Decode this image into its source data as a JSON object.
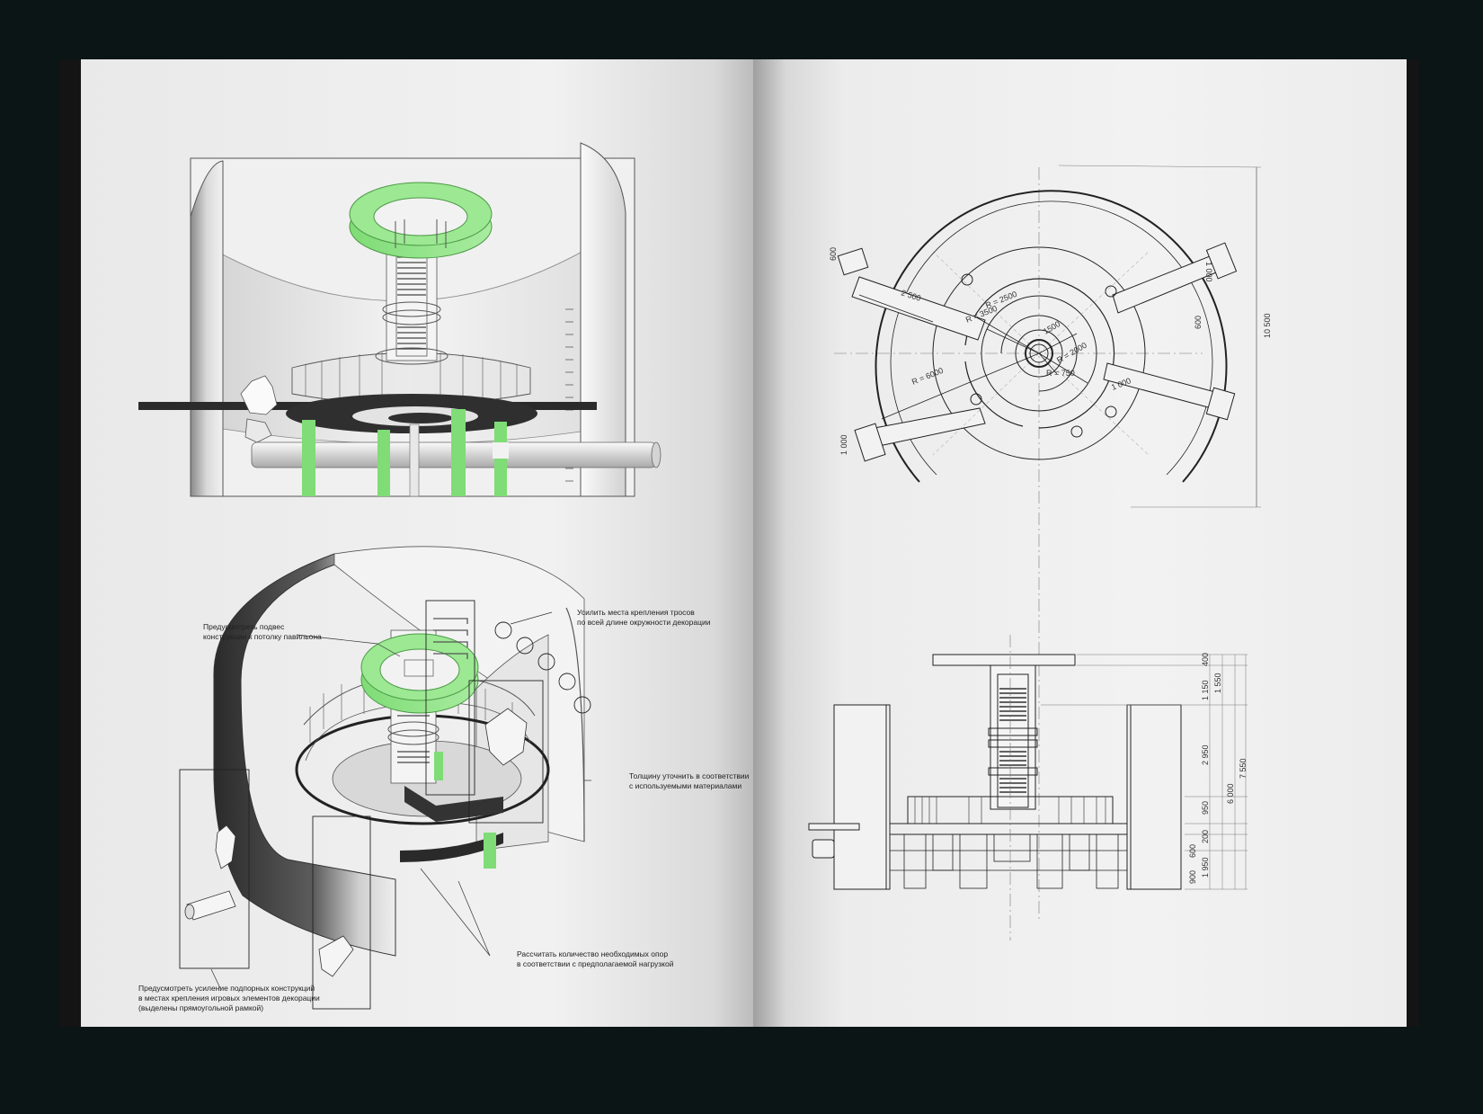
{
  "left_page": {
    "callouts": {
      "ceiling_suspension": [
        "Предусмотреть подвес",
        "конструкции к потолку павильона"
      ],
      "cable_mounts": [
        "Усилить места крепления тросов",
        "по всей длине окружности декорации"
      ],
      "thickness": [
        "Толщину уточнить в соответствии",
        "с используемыми материалами"
      ],
      "supports_count": [
        "Рассчитать количество необходимых опор",
        "в соответствии с предполагаемой нагрузкой"
      ],
      "reinforcement": [
        "Предусмотреть усиление подпорных конструкций",
        "в местах крепления игровых элементов декорации",
        "(выделены прямоугольной рамкой)"
      ]
    }
  },
  "right_page": {
    "plan_dims": {
      "r6000": "R = 6000",
      "r3500": "R = 3500",
      "r2500": "R = 2500",
      "r2000": "R = 2000",
      "r1500": "1500",
      "r750": "R = 750",
      "d2500": "2 500",
      "d1000a": "1 000",
      "d1000b": "1 000",
      "d1000c": "1 000",
      "d600a": "600",
      "d600b": "600",
      "overall": "10 500"
    },
    "elev_dims": {
      "d400": "400",
      "d1150": "1 150",
      "d1550": "1 550",
      "d2950": "2 950",
      "d7550": "7 550",
      "d6000": "6 000",
      "d950": "950",
      "d200": "200",
      "d600": "600",
      "d1950": "1 950",
      "d900": "900"
    }
  },
  "colors": {
    "accent_green": "#86df7e",
    "background": "#0b1516",
    "ink": "#222222"
  }
}
